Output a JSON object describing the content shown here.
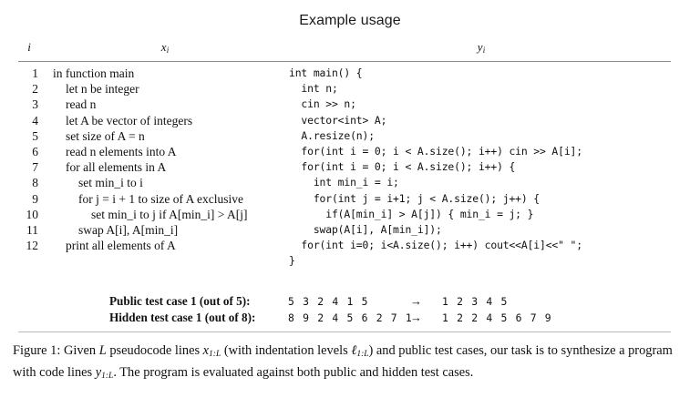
{
  "figure": {
    "title": "Example usage",
    "headers": {
      "index": "i",
      "pseudocode": "x",
      "pseudocode_sub": "i",
      "code": "y",
      "code_sub": "i"
    },
    "rows": [
      {
        "i": "1",
        "indent": 0,
        "x": "in function main",
        "y": "int main() {"
      },
      {
        "i": "2",
        "indent": 1,
        "x": "let n be integer",
        "y": "  int n;"
      },
      {
        "i": "3",
        "indent": 1,
        "x": "read n",
        "y": "  cin >> n;"
      },
      {
        "i": "4",
        "indent": 1,
        "x": "let A be vector of integers",
        "y": "  vector<int> A;"
      },
      {
        "i": "5",
        "indent": 1,
        "x": "set size of A = n",
        "y": "  A.resize(n);"
      },
      {
        "i": "6",
        "indent": 1,
        "x": "read n elements into A",
        "y": "  for(int i = 0; i < A.size(); i++) cin >> A[i];"
      },
      {
        "i": "7",
        "indent": 1,
        "x": "for all elements in A",
        "y": "  for(int i = 0; i < A.size(); i++) {"
      },
      {
        "i": "8",
        "indent": 2,
        "x": "set min_i to i",
        "y": "    int min_i = i;"
      },
      {
        "i": "9",
        "indent": 2,
        "x": "for j = i + 1 to size of A exclusive",
        "y": "    for(int j = i+1; j < A.size(); j++) {"
      },
      {
        "i": "10",
        "indent": 3,
        "x": "set min_i to j if A[min_i] > A[j]",
        "y": "      if(A[min_i] > A[j]) { min_i = j; }"
      },
      {
        "i": "11",
        "indent": 2,
        "x": "swap A[i], A[min_i]",
        "y": "    swap(A[i], A[min_i]);"
      },
      {
        "i": "12",
        "indent": 1,
        "x": "print all elements of A",
        "y": "  for(int i=0; i<A.size(); i++) cout<<A[i]<<\" \";"
      }
    ],
    "closing_brace": "}",
    "test_cases": [
      {
        "label": "Public test case 1 (out of 5):",
        "input": "5 3 2 4 1 5",
        "arrow": "→",
        "output": "1 2 3 4 5"
      },
      {
        "label": "Hidden test case 1 (out of 8):",
        "input": "8 9 2 4 5 6 2 7 1",
        "arrow": "→",
        "output": "1 2 2 4 5 6 7 9"
      }
    ],
    "caption": {
      "prefix": "Figure 1: Given ",
      "var_L": "L",
      "mid1": " pseudocode lines ",
      "var_x": "x",
      "sub_x": "1:L",
      "mid2": " (with indentation levels ",
      "var_ell": "ℓ",
      "sub_ell": "1:L",
      "mid3": ") and public test cases, our task is to synthesize a program with code lines ",
      "var_y": "y",
      "sub_y": "1:L",
      "suffix": ". The program is evaluated against both public and hidden test cases."
    }
  },
  "colors": {
    "rule": "#8c8c8c",
    "rule_light": "#b9b9b9",
    "text": "#111111"
  }
}
